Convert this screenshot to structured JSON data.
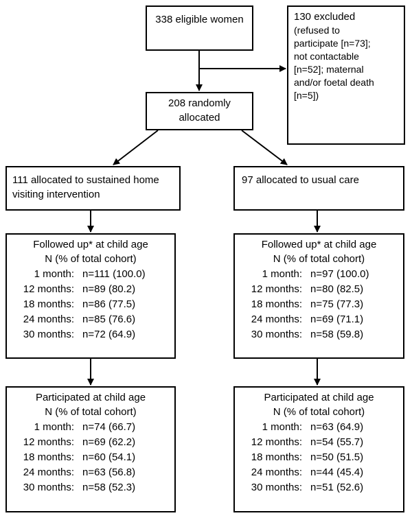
{
  "eligible": "338 eligible women",
  "excluded": [
    "130 excluded",
    "(refused to",
    "participate [n=73];",
    "not contactable",
    "[n=52]; maternal",
    "and/or foetal death",
    "[n=5])"
  ],
  "randomized": "208 randomly allocated",
  "arms": [
    {
      "label": "111 allocated to sustained home visiting intervention",
      "followed": {
        "heading": "Followed up* at child age",
        "sub": "N (% of total cohort)",
        "rows": [
          {
            "age": "1 month:",
            "n": "n=111 (100.0)"
          },
          {
            "age": "12 months:",
            "n": "n=89 (80.2)"
          },
          {
            "age": "18 months:",
            "n": "n=86 (77.5)"
          },
          {
            "age": "24 months:",
            "n": "n=85 (76.6)"
          },
          {
            "age": "30 months:",
            "n": "n=72 (64.9)"
          }
        ]
      },
      "participated": {
        "heading": "Participated at child age",
        "sub": "N (% of total cohort)",
        "rows": [
          {
            "age": "1 month:",
            "n": "n=74 (66.7)"
          },
          {
            "age": "12 months:",
            "n": "n=69 (62.2)"
          },
          {
            "age": "18 months:",
            "n": "n=60 (54.1)"
          },
          {
            "age": "24 months:",
            "n": "n=63 (56.8)"
          },
          {
            "age": "30 months:",
            "n": "n=58 (52.3)"
          }
        ]
      }
    },
    {
      "label": "97 allocated to usual care",
      "followed": {
        "heading": "Followed up* at child age",
        "sub": "N (% of total cohort)",
        "rows": [
          {
            "age": "1 month:",
            "n": "n=97 (100.0)"
          },
          {
            "age": "12 months:",
            "n": "n=80 (82.5)"
          },
          {
            "age": "18 months:",
            "n": "n=75 (77.3)"
          },
          {
            "age": "24 months:",
            "n": "n=69 (71.1)"
          },
          {
            "age": "30 months:",
            "n": "n=58 (59.8)"
          }
        ]
      },
      "participated": {
        "heading": "Participated at child age",
        "sub": "N (% of total cohort)",
        "rows": [
          {
            "age": "1 month:",
            "n": "n=63 (64.9)"
          },
          {
            "age": "12 months:",
            "n": "n=54 (55.7)"
          },
          {
            "age": "18 months:",
            "n": "n=50 (51.5)"
          },
          {
            "age": "24 months:",
            "n": "n=44 (45.4)"
          },
          {
            "age": "30 months:",
            "n": "n=51 (52.6)"
          }
        ]
      }
    }
  ]
}
